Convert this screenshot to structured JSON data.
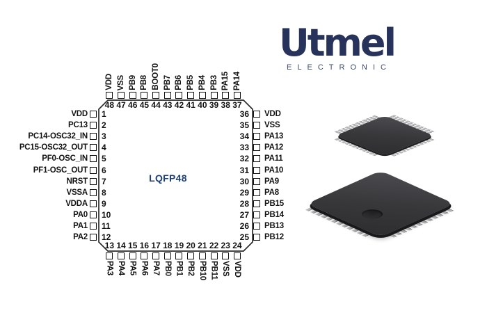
{
  "brand": {
    "name": "Utmel",
    "subtitle": "ELECTRONIC",
    "logo_color": "#28335c"
  },
  "pinout": {
    "package_label": "LQFP48",
    "label_color": "#1e3f78",
    "sides": {
      "left": [
        {
          "num": "1",
          "label": "VDD"
        },
        {
          "num": "2",
          "label": "PC13"
        },
        {
          "num": "3",
          "label": "PC14-OSC32_IN"
        },
        {
          "num": "4",
          "label": "PC15-OSC32_OUT"
        },
        {
          "num": "5",
          "label": "PF0-OSC_IN"
        },
        {
          "num": "6",
          "label": "PF1-OSC_OUT"
        },
        {
          "num": "7",
          "label": "NRST"
        },
        {
          "num": "8",
          "label": "VSSA"
        },
        {
          "num": "9",
          "label": "VDDA"
        },
        {
          "num": "10",
          "label": "PA0"
        },
        {
          "num": "11",
          "label": "PA1"
        },
        {
          "num": "12",
          "label": "PA2"
        }
      ],
      "top": [
        {
          "num": "48",
          "label": "VDD"
        },
        {
          "num": "47",
          "label": "VSS"
        },
        {
          "num": "46",
          "label": "PB9"
        },
        {
          "num": "45",
          "label": "PB8"
        },
        {
          "num": "44",
          "label": "BOOT0"
        },
        {
          "num": "43",
          "label": "PB7"
        },
        {
          "num": "42",
          "label": "PB6"
        },
        {
          "num": "41",
          "label": "PB5"
        },
        {
          "num": "40",
          "label": "PB4"
        },
        {
          "num": "39",
          "label": "PB3"
        },
        {
          "num": "38",
          "label": "PA15"
        },
        {
          "num": "37",
          "label": "PA14"
        }
      ],
      "right": [
        {
          "num": "36",
          "label": "VDD"
        },
        {
          "num": "35",
          "label": "VSS"
        },
        {
          "num": "34",
          "label": "PA13"
        },
        {
          "num": "33",
          "label": "PA12"
        },
        {
          "num": "32",
          "label": "PA11"
        },
        {
          "num": "31",
          "label": "PA10"
        },
        {
          "num": "30",
          "label": "PA9"
        },
        {
          "num": "29",
          "label": "PA8"
        },
        {
          "num": "28",
          "label": "PB15"
        },
        {
          "num": "27",
          "label": "PB14"
        },
        {
          "num": "26",
          "label": "PB13"
        },
        {
          "num": "25",
          "label": "PB12"
        }
      ],
      "bottom": [
        {
          "num": "13",
          "label": "PA3"
        },
        {
          "num": "14",
          "label": "PA4"
        },
        {
          "num": "15",
          "label": "PA5"
        },
        {
          "num": "16",
          "label": "PA6"
        },
        {
          "num": "17",
          "label": "PA7"
        },
        {
          "num": "18",
          "label": "PB0"
        },
        {
          "num": "19",
          "label": "PB1"
        },
        {
          "num": "20",
          "label": "PB2"
        },
        {
          "num": "21",
          "label": "PB10"
        },
        {
          "num": "22",
          "label": "PB11"
        },
        {
          "num": "23",
          "label": "VSS"
        },
        {
          "num": "24",
          "label": "VDD"
        }
      ]
    }
  },
  "illustrations": {
    "small_chip": "lqfp48-package-3d-top-view",
    "large_chip": "lqfp48-package-3d-angled-view"
  }
}
